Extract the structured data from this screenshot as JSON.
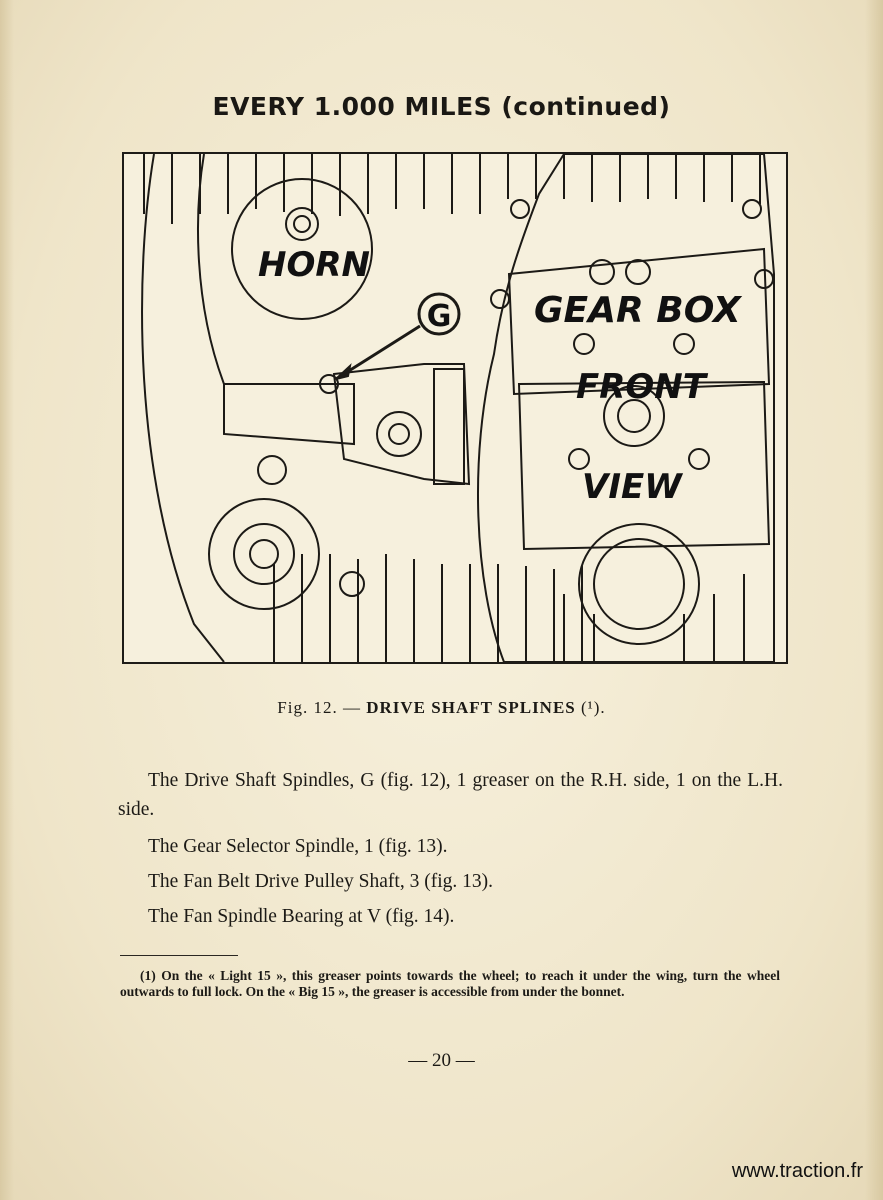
{
  "heading": "EVERY 1.000 MILES (continued)",
  "figure": {
    "labels": {
      "horn": "HORN",
      "gear_box": "GEAR BOX",
      "front": "FRONT",
      "view": "VIEW",
      "callout": "G"
    },
    "caption_prefix": "Fig. 12. —",
    "caption_title": "DRIVE SHAFT SPLINES",
    "caption_note": "(¹)."
  },
  "body": {
    "para1": "The Drive Shaft Spindles, G (fig. 12), 1 greaser on the R.H. side, 1 on the L.H. side.",
    "item1": "The Gear Selector Spindle, 1 (fig. 13).",
    "item2": "The Fan Belt Drive Pulley Shaft, 3 (fig. 13).",
    "item3": "The Fan Spindle Bearing at V (fig. 14)."
  },
  "footnote": "(1) On the « Light 15 », this greaser points towards the wheel; to reach it under the wing, turn the wheel outwards to full lock. On the « Big 15 », the greaser is accessible from under the bonnet.",
  "page_number": "— 20 —",
  "watermark": "www.traction.fr"
}
